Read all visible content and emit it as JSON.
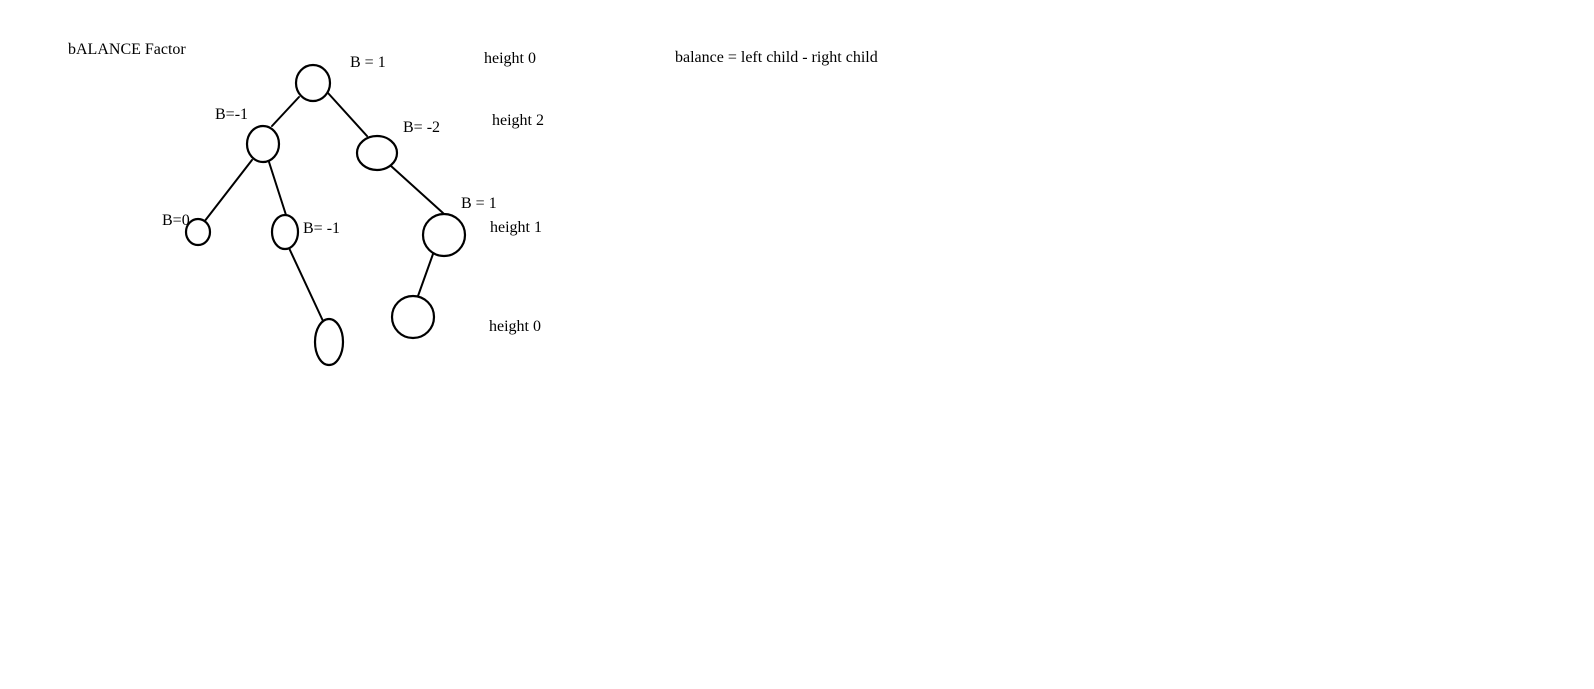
{
  "title": "bALANCE Factor",
  "formula": "balance = left child - right child",
  "balance_labels": {
    "root": "B = 1",
    "left": "B=-1",
    "right": "B= -2",
    "left_left": "B=0",
    "left_right": "B= -1",
    "right_right": "B = 1"
  },
  "height_labels": {
    "top": "height 0",
    "second": "height 2",
    "third": "height 1",
    "bottom": "height 0"
  }
}
